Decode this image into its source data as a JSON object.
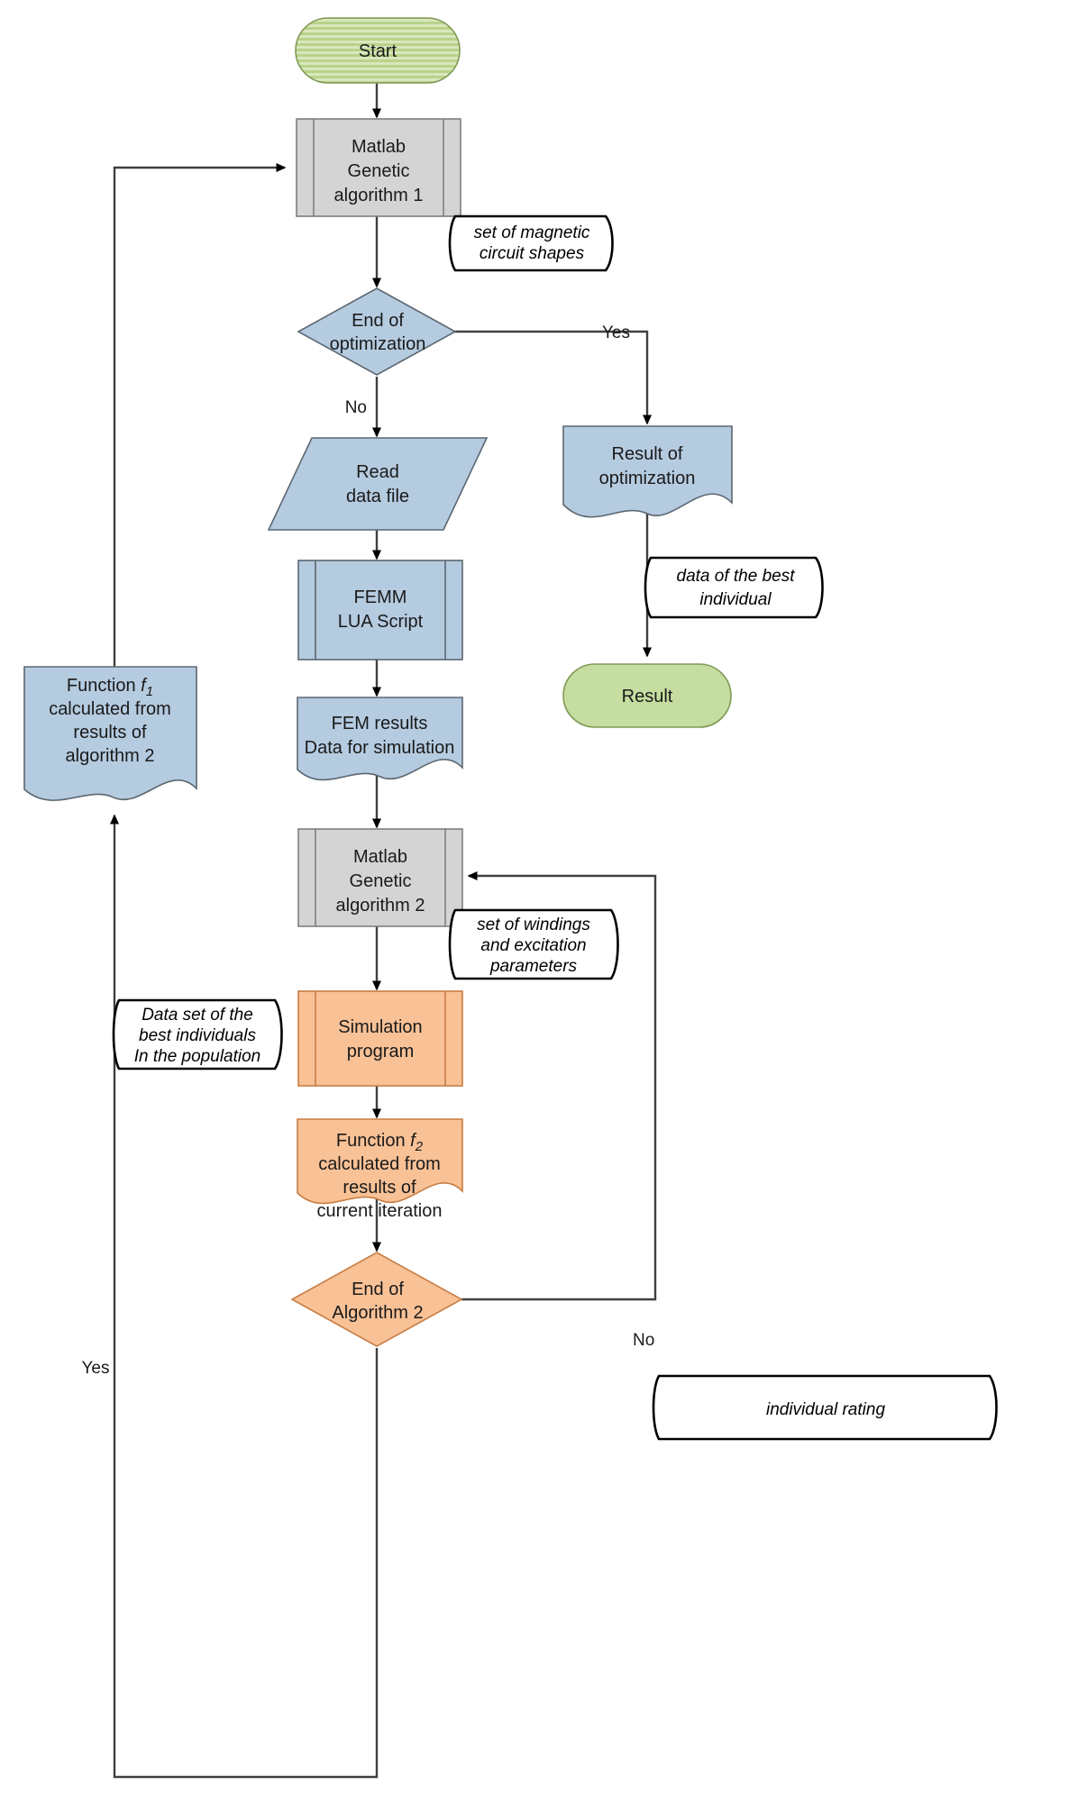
{
  "diagram": {
    "title": "Two-level genetic algorithm optimization flowchart",
    "colors": {
      "green_fill": "#c5dda0",
      "green_stroke": "#7f9a55",
      "blue_fill": "#b5cbe0",
      "blue_stroke": "#5b6770",
      "gray_fill": "#d4d4d4",
      "gray_stroke": "#7f7f7f",
      "orange_fill": "#f8c196",
      "orange_stroke": "#c87d43",
      "line": "#404040",
      "text": "#1a1a1a"
    }
  },
  "nodes": {
    "start": {
      "label": "Start",
      "shape": "terminator-hatched",
      "fill": "green"
    },
    "ga1": {
      "line1": "Matlab",
      "line2": "Genetic",
      "line3": "algorithm 1",
      "shape": "predefined-process",
      "fill": "gray"
    },
    "end_opt": {
      "line1": "End of",
      "line2": "optimization",
      "shape": "decision",
      "fill": "blue"
    },
    "read_data": {
      "line1": "Read",
      "line2": "data file",
      "shape": "parallelogram",
      "fill": "blue"
    },
    "result_opt": {
      "line1": "Result of",
      "line2": "optimization",
      "shape": "document",
      "fill": "blue"
    },
    "femm": {
      "line1": "FEMM",
      "line2": "LUA Script",
      "shape": "predefined-process",
      "fill": "blue"
    },
    "fem_results": {
      "line1": "FEM results",
      "line2": "Data for simulation",
      "shape": "document",
      "fill": "blue"
    },
    "result": {
      "label": "Result",
      "shape": "terminator",
      "fill": "green"
    },
    "function_f1": {
      "line1_pre": "Function ",
      "line1_sym": "f",
      "line1_sub": "1",
      "line2": "calculated from",
      "line3": "results of",
      "line4": "algorithm 2",
      "shape": "document",
      "fill": "blue"
    },
    "ga2": {
      "line1": "Matlab",
      "line2": "Genetic",
      "line3": "algorithm 2",
      "shape": "predefined-process",
      "fill": "gray"
    },
    "sim_program": {
      "line1": "Simulation",
      "line2": "program",
      "shape": "predefined-process",
      "fill": "orange"
    },
    "function_f2": {
      "line1_pre": "Function ",
      "line1_sym": "f",
      "line1_sub": "2",
      "line2": "calculated from",
      "line3": "results of",
      "line4": "current iteration",
      "shape": "document",
      "fill": "orange"
    },
    "end_alg2": {
      "line1": "End of",
      "line2": "Algorithm 2",
      "shape": "decision",
      "fill": "orange"
    }
  },
  "annotations": {
    "magnetic_shapes": {
      "line1": "set of magnetic",
      "line2": "circuit shapes"
    },
    "best_individual": {
      "line1": "data of the best",
      "line2": "individual"
    },
    "windings": {
      "line1": "set of windings",
      "line2": "and excitation",
      "line3": "parameters"
    },
    "data_set_best": {
      "line1": "Data set of the",
      "line2": "best individuals",
      "line3": "In the population"
    },
    "individual_rating": {
      "line1": "individual rating"
    }
  },
  "edge_labels": {
    "yes_top": "Yes",
    "no_top": "No",
    "no_bottom": "No",
    "yes_bottom": "Yes"
  }
}
